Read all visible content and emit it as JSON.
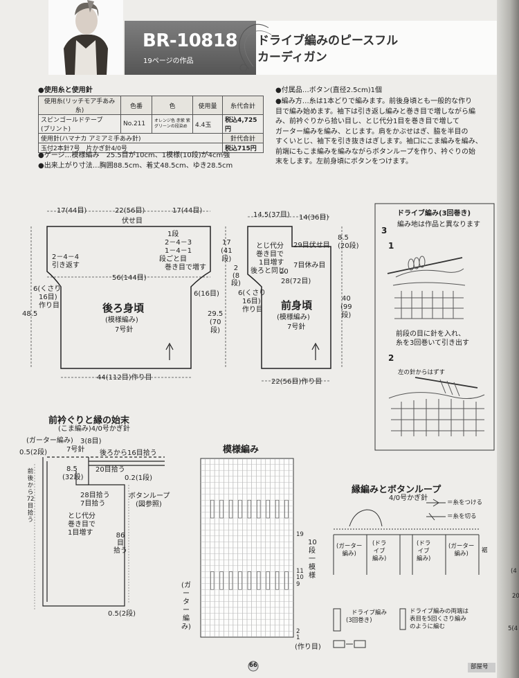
{
  "header": {
    "code": "BR-10818",
    "subtitle": "19ページの作品",
    "title_line1": "ドライブ編みのピースフル",
    "title_line2": "カーディガン"
  },
  "materials": {
    "heading": "●使用糸と使用針",
    "row1": [
      "使用糸(リッチモア手あみ糸)",
      "色番",
      "色",
      "使用量",
      "糸代合計"
    ],
    "row2": [
      "スピンゴールドテープ",
      "No.211",
      "オレンジ色 赤紫 紫 グリーンの段染め",
      "4.4玉",
      "税込4,725円"
    ],
    "row2b": "(プリント)",
    "row3": [
      "使用針(ハマナカ アミアミ手あみ針)",
      "針代合計"
    ],
    "row4": [
      "玉付2本針7号　片かぎ針4/0号",
      "税込715円"
    ],
    "gauge": "●ゲージ…模様編み　25.5目が10cm、1模様(10段)が4cm強",
    "size": "●出来上がり寸法…胸囲88.5cm、着丈48.5cm、ゆき28.5cm"
  },
  "notes": {
    "accessories": "●付属品…ボタン(直径2.5cm)1個",
    "method": [
      "●編み方…糸は1本どりで編みます。前後身頃とも一般的な作り",
      "目で編み始めます。袖下は引き返し編みと巻き目で増しながら編",
      "み、前衿ぐりから拾い目し、とじ代分1目を巻き目で増して",
      "ガーター編みを編み、とじます。肩をかぶせはぎ、脇を半目の",
      "すくいとじ、袖下を引き抜きはぎします。袖口にこま編みを編み、",
      "前端にもこま編みを編みながらボタンループを作り、衿ぐりの始",
      "末をします。左前身頃にボタンをつけます。"
    ]
  },
  "back": {
    "top_left": "17(44目)",
    "top_mid": "22(56目)",
    "top_right": "17(44目)",
    "fuse": "伏せ目",
    "incr": [
      "1段",
      "2－4－3",
      "1－4－1",
      "段ごと目",
      "巻き目で増す"
    ],
    "short_row": [
      "2－4－4",
      "引き返す"
    ],
    "mid": "56(144目)",
    "side_left": [
      "6(くさり",
      "16目)",
      "作り目"
    ],
    "side_right": "6(16目)",
    "height": "48.5",
    "name": "後ろ身頃",
    "pattern": "(模様編み)",
    "needle": "7号針",
    "bottom": "44(112目)作り目"
  },
  "front": {
    "top_left": "14.5(37目)",
    "top_right": "14(36目)",
    "right_top": [
      "8.5",
      "(20段)"
    ],
    "left": [
      "17",
      "(41",
      "段)"
    ],
    "left2": [
      "2",
      "(8",
      "段)"
    ],
    "left3": [
      "29.5",
      "(70",
      "段)"
    ],
    "inner": [
      "とじ代分",
      "巻き目で",
      "1目増す",
      "後ろと同じ"
    ],
    "neck": "29目伏せ目",
    "seven": "7目休み目",
    "w20": "20",
    "w28": "28(72目)",
    "side_left": [
      "6(くさり",
      "16目)",
      "作り目"
    ],
    "right": [
      "40",
      "(99",
      "段)"
    ],
    "name": "前身頃",
    "pattern": "(模様編み)",
    "needle": "7号針",
    "bottom": "22(56目)作り目"
  },
  "drive": {
    "title": "ドライブ編み(3回巻き)",
    "note": "編み地は作品と異なります",
    "num3": "3",
    "step1": "1",
    "step2": "2",
    "cap1": [
      "前段の目に針を入れ、",
      "糸を3回巻いて引き出す"
    ],
    "cap2": "左の針からはずす"
  },
  "collar": {
    "title": "前衿ぐりと縁の始末",
    "sub": "(こま編み)4/0号かぎ針",
    "garter": "(ガーター編み)",
    "n3": "3(8目)",
    "n05": "0.5(2段)",
    "n7": "7号針",
    "back_pick": "後ろから16目拾う",
    "n85": [
      "8.5",
      "(32段)"
    ],
    "pick20": "20目拾う",
    "n02": "0.2(1段)",
    "pick28": [
      "28目拾う",
      "7目拾う"
    ],
    "loop": [
      "ボタンループ",
      "(図参照)"
    ],
    "inner": [
      "とじ代分",
      "巻き目で",
      "1目増す"
    ],
    "pick86": [
      "86",
      "目",
      "拾う"
    ],
    "left_v": [
      "前",
      "後",
      "か",
      "ら",
      "72",
      "目",
      "拾",
      "う"
    ],
    "bottom": "0.5(2段)"
  },
  "pattern": {
    "title": "模様編み",
    "row_labels": [
      "19",
      "11",
      "10",
      "9",
      "2",
      "1"
    ],
    "rep": [
      "10",
      "段",
      "一",
      "模",
      "様"
    ],
    "garter": [
      "(ガ",
      "ー",
      "タ",
      "ー",
      "編",
      "み)"
    ],
    "start": "(作り目)"
  },
  "edging": {
    "title": "縁編みとボタンループ",
    "sub": "4/0号かぎ針",
    "leg1": "＝糸をつける",
    "leg2": "＝糸を切る",
    "c1": [
      "(ガーター",
      "編み)"
    ],
    "c2": [
      "(ドラ",
      "イブ",
      "編み)"
    ],
    "c3": [
      "(ドラ",
      "イブ",
      "編み)"
    ],
    "c4": [
      "(ガーター",
      "編み)"
    ],
    "side": "裾",
    "key1": [
      "ドライブ編み",
      "(3回巻き)"
    ],
    "key2": [
      "ドライブ編みの両端は",
      "表目を5回くさり編み",
      "のように編む"
    ]
  },
  "footer": {
    "page": "66",
    "tag": "部屋号",
    "edge1": "(4",
    "edge2": "20",
    "edge3": "5(4"
  }
}
